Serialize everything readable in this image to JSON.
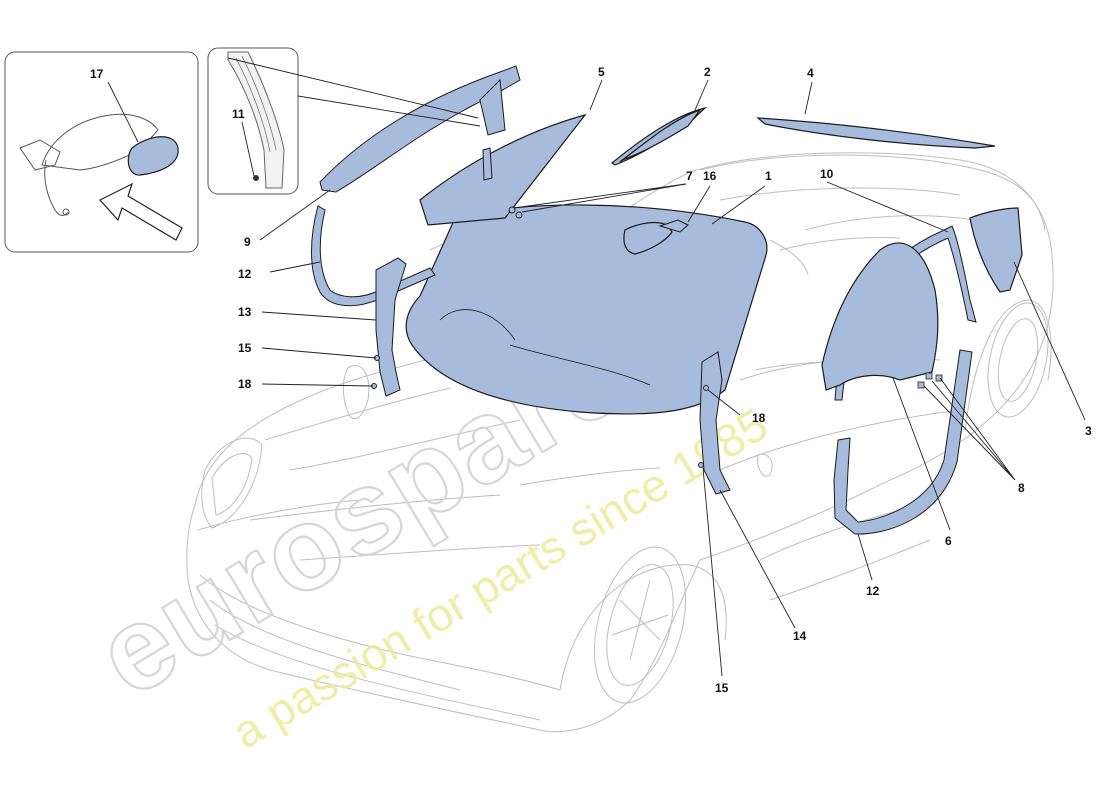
{
  "watermark": {
    "brand": "eurospares",
    "tagline": "a passion for parts since 1985"
  },
  "callouts": {
    "c1": "1",
    "c2": "2",
    "c3": "3",
    "c4": "4",
    "c5": "5",
    "c6": "6",
    "c7": "7",
    "c8": "8",
    "c9": "9",
    "c10": "10",
    "c11": "11",
    "c12a": "12",
    "c12b": "12",
    "c13": "13",
    "c14": "14",
    "c15a": "15",
    "c15b": "15",
    "c16": "16",
    "c17": "17",
    "c18a": "18",
    "c18b": "18"
  },
  "colors": {
    "glass_fill": "#a7bcdc",
    "outline": "#1b1b1b",
    "car_line": "#bdbdbd",
    "watermark_tagline": "#ecec9a"
  }
}
